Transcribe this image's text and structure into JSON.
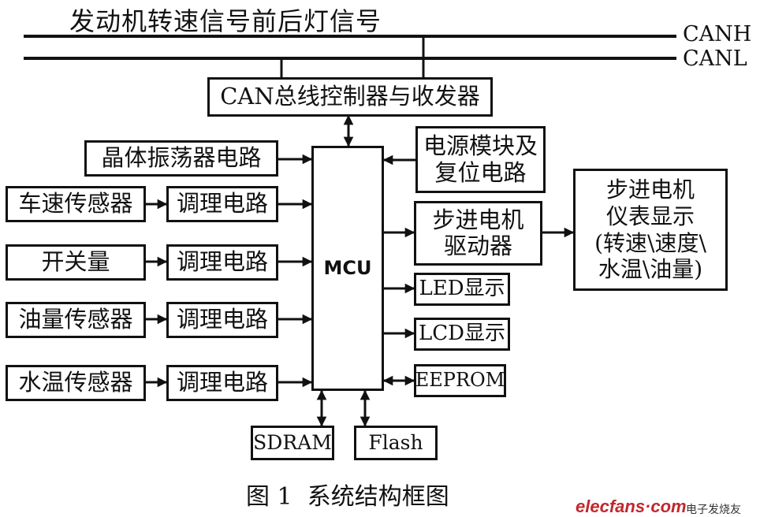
{
  "signals_text": "发动机转速信号前后灯信号",
  "bus": {
    "canh": "CANH",
    "canl": "CANL"
  },
  "blocks": {
    "can_controller": "CAN总线控制器与收发器",
    "crystal": "晶体振荡器电路",
    "power_reset": [
      "电源模块及",
      "复位电路"
    ],
    "speed_sensor": "车速传感器",
    "switch_qty": "开关量",
    "oil_sensor": "油量传感器",
    "water_sensor": "水温传感器",
    "conditioning": "调理电路",
    "mcu": "MCU",
    "stepper_driver": [
      "步进电机",
      "驱动器"
    ],
    "stepper_display": [
      "步进电机",
      "仪表显示",
      "(转速\\速度\\",
      "水温\\油量)"
    ],
    "led": "LED显示",
    "lcd": "LCD显示",
    "eeprom": "EEPROM",
    "sdram": "SDRAM",
    "flash": "Flash"
  },
  "caption": "图 1  系统结构框图",
  "watermark": {
    "site": "elecfans·com",
    "cn": "电子发烧友"
  }
}
